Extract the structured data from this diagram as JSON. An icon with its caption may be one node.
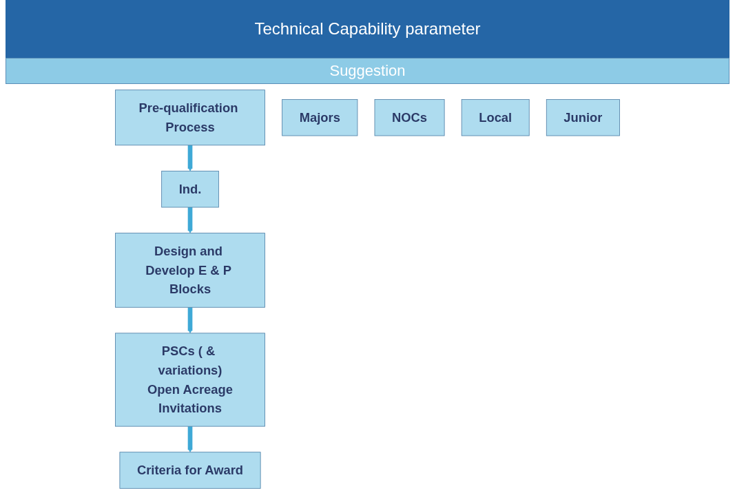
{
  "diagram": {
    "title": "Technical Capability parameter",
    "nodes": [
      {
        "text": [
          "Pre-qualification Process"
        ]
      },
      {
        "text": [
          "Majors"
        ]
      },
      {
        "text": [
          "NOCs"
        ]
      },
      {
        "text": [
          "Ind."
        ]
      },
      {
        "text": [
          "Local"
        ]
      },
      {
        "text": [
          "Junior"
        ]
      },
      {
        "text": [
          "Design and Develop E & P Blocks"
        ]
      },
      {
        "text": [
          "PSCs ( & variations)",
          "Open Acreage",
          "Invitations"
        ]
      },
      {
        "text": [
          "Criteria for Award"
        ]
      }
    ],
    "edges": [
      {
        "from": 0,
        "to": 3,
        "arrow": "to"
      },
      {
        "from": 3,
        "to": 6,
        "arrow": "to"
      },
      {
        "from": 6,
        "to": 7,
        "arrow": "to"
      },
      {
        "from": 7,
        "to": 8,
        "arrow": "to"
      }
    ],
    "labels": [
      "Suggestion"
    ]
  }
}
